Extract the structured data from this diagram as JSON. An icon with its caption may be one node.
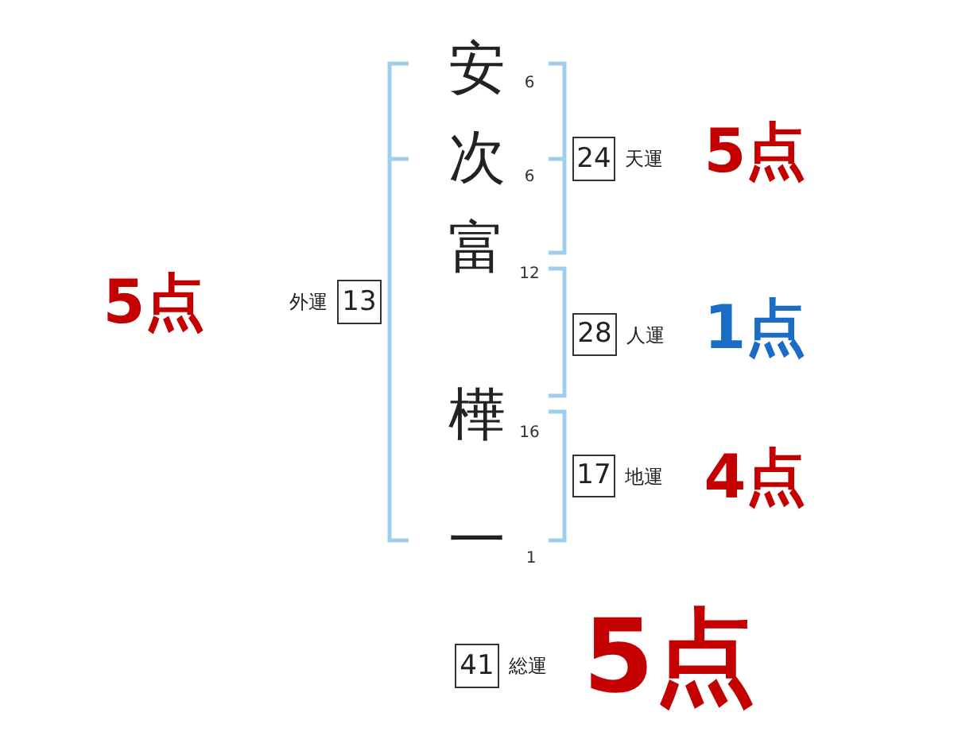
{
  "diagram": {
    "nodes": [
      {
        "text": [
          "24"
        ],
        "beside": [
          "天運"
        ]
      },
      {
        "text": [
          "13"
        ],
        "beside": [
          "外運"
        ]
      },
      {
        "text": [
          "28"
        ],
        "beside": [
          "人運"
        ]
      },
      {
        "text": [
          "17"
        ],
        "beside": [
          "地運"
        ]
      },
      {
        "text": [
          "41"
        ],
        "beside": [
          "総運"
        ]
      }
    ],
    "labels": [
      "安",
      "6",
      "次",
      "6",
      "5点",
      "富",
      "12",
      "5点",
      "1点",
      "樺",
      "16",
      "4点",
      "一",
      "1",
      "5点"
    ]
  }
}
